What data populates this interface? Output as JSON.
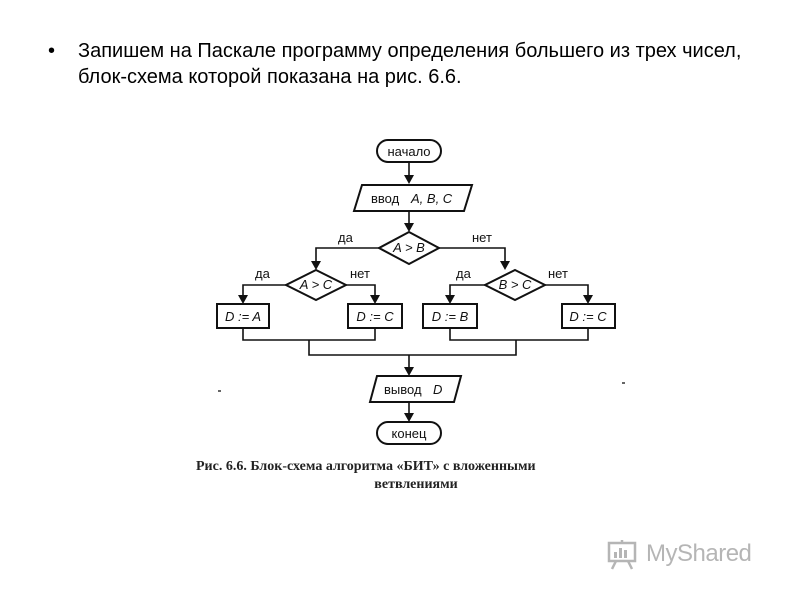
{
  "slide": {
    "bullet_symbol": "•",
    "bullet_text": "Запишем на Паскале программу определения большего из трех чисел, блок-схема которой показана на рис. 6.6."
  },
  "flowchart": {
    "start": "начало",
    "input": "ввод",
    "input_vars": "A, B, C",
    "cond_main": "A > B",
    "cond_left": "A > C",
    "cond_right": "B > C",
    "yes": "да",
    "no": "нет",
    "assign_da": "D := A",
    "assign_dc1": "D := C",
    "assign_db": "D := B",
    "assign_dc2": "D := C",
    "output": "вывод",
    "output_var": "D",
    "end": "конец"
  },
  "caption": {
    "line1": "Рис. 6.6. Блок-схема алгоритма «БИТ» с вложенными",
    "line2": "ветвлениями"
  },
  "watermark": {
    "text": "MyShared",
    "icon": "presentation-board-icon"
  }
}
